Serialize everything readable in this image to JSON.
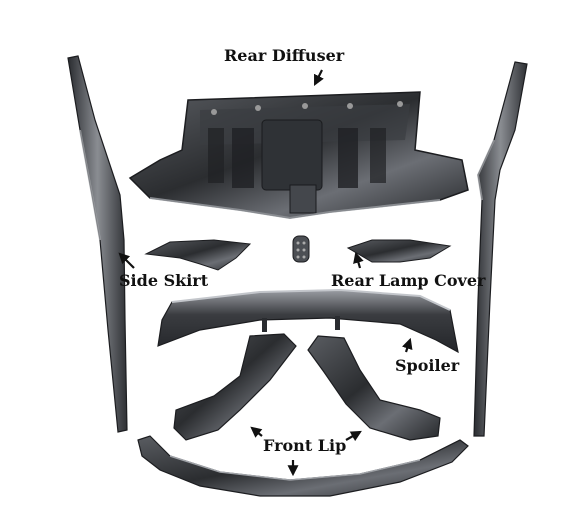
{
  "labels": {
    "rear_diffuser": "Rear Diffuser",
    "side_skirt": "Side Skirt",
    "rear_lamp_cover": "Rear Lamp Cover",
    "spoiler": "Spoiler",
    "front_lip": "Front Lip"
  },
  "colors": {
    "background": "#ffffff",
    "carbon_dark": "#2b2d30",
    "carbon_mid": "#4a4d52",
    "carbon_light": "#8d9096",
    "label_text": "#111111"
  }
}
